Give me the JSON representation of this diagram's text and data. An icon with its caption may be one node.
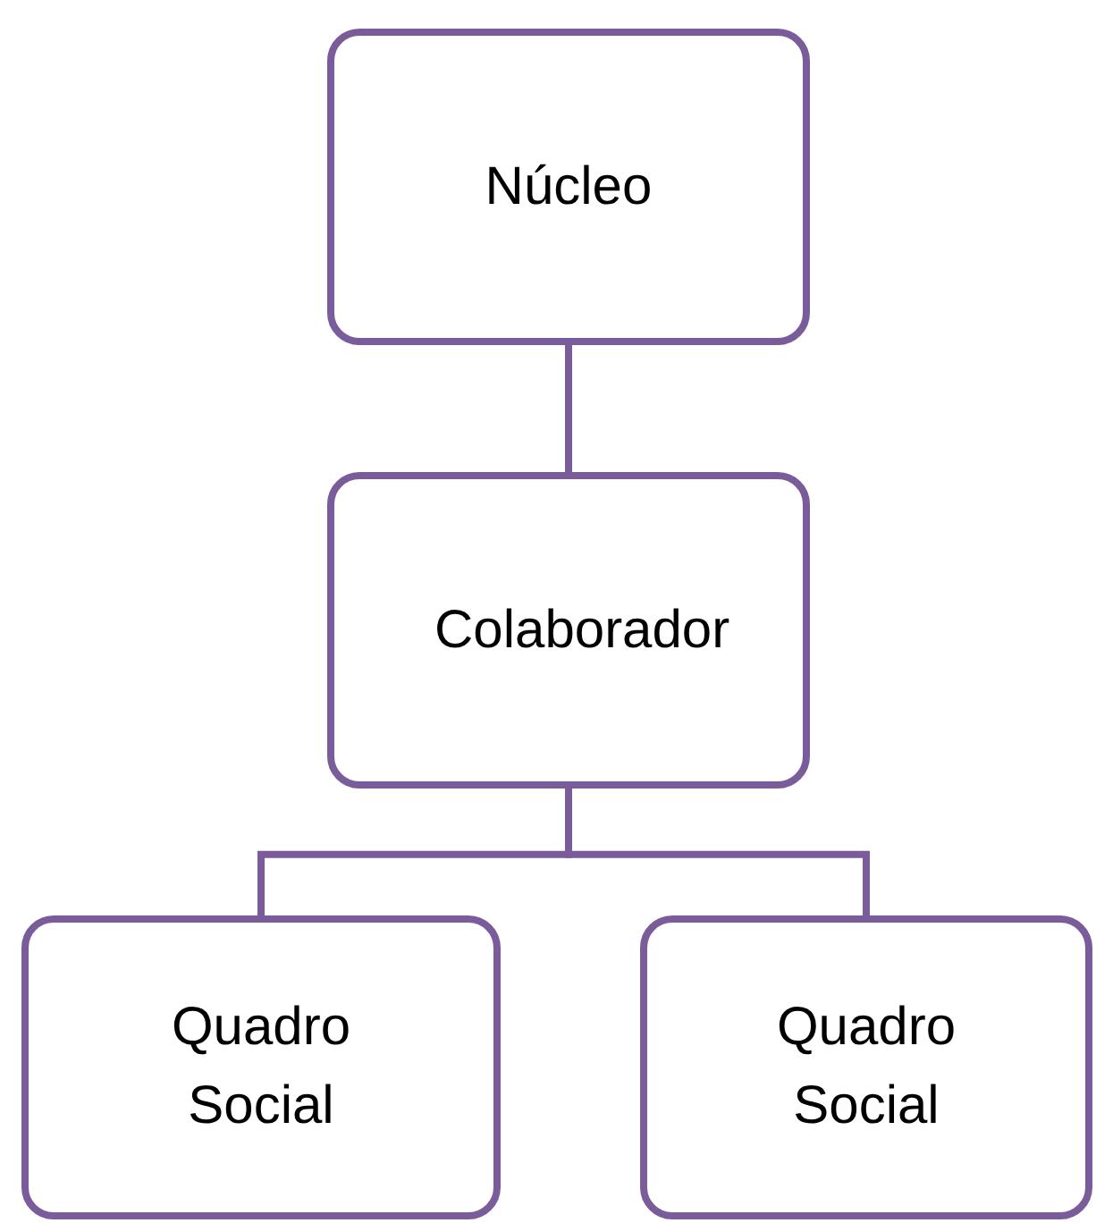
{
  "diagram": {
    "nodes": [
      {
        "text": [
          "Núcleo"
        ]
      },
      {
        "text": [
          "Colaborador"
        ]
      },
      {
        "text": [
          "Quadro Social"
        ]
      },
      {
        "text": [
          "Quadro Social"
        ]
      }
    ],
    "edges": [
      {
        "from": 0,
        "to": 1,
        "arrow": "none"
      },
      {
        "from": 1,
        "to": 2,
        "arrow": "none"
      },
      {
        "from": 1,
        "to": 3,
        "arrow": "none"
      }
    ]
  }
}
